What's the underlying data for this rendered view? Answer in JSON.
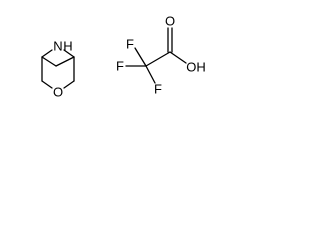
{
  "molecules": [
    {
      "atoms": [
        {
          "id": "n1",
          "symbol": "N",
          "label": "N"
        },
        {
          "id": "h1",
          "symbol": "H",
          "label": "H"
        },
        {
          "id": "o1",
          "symbol": "O",
          "label": "O"
        }
      ]
    },
    {
      "atoms": [
        {
          "id": "f1",
          "symbol": "F",
          "label": "F"
        },
        {
          "id": "f2",
          "symbol": "F",
          "label": "F"
        },
        {
          "id": "f3",
          "symbol": "F",
          "label": "F"
        },
        {
          "id": "o2",
          "symbol": "O",
          "label": "O"
        },
        {
          "id": "oh",
          "symbol": "OH",
          "label": "OH"
        }
      ]
    }
  ]
}
